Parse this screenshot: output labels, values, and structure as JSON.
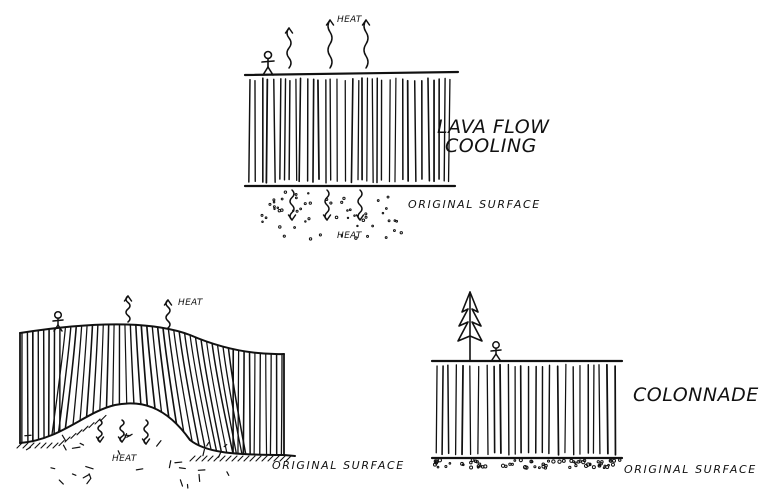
{
  "colors": {
    "ink": "#111111",
    "background": "#ffffff"
  },
  "panels": {
    "top": {
      "label_line1": "LAVA FLOW",
      "label_line2": "COOLING",
      "surface_label": "ORIGINAL SURFACE",
      "heat_top": "HEAT",
      "heat_bottom": "HEAT"
    },
    "bottom_left": {
      "surface_label": "ORIGINAL SURFACE",
      "heat_top": "HEAT",
      "heat_inside": "HEAT"
    },
    "bottom_right": {
      "label": "COLONNADE",
      "surface_label": "ORIGINAL SURFACE"
    }
  }
}
